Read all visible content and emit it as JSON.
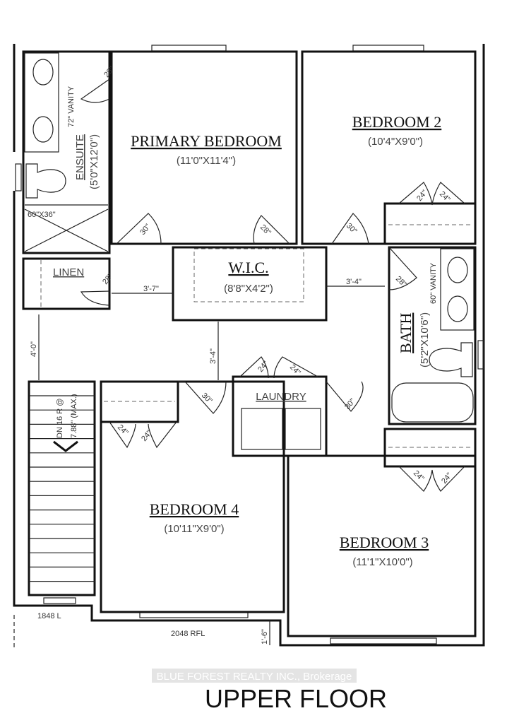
{
  "plan": {
    "rooms": {
      "primary": {
        "name": "PRIMARY  BEDROOM",
        "size": "(11'0\"X11'4\")"
      },
      "bedroom2": {
        "name": "BEDROOM  2",
        "size": "(10'4\"X9'0\")"
      },
      "bedroom3": {
        "name": "BEDROOM  3",
        "size": "(11'1\"X10'0\")"
      },
      "bedroom4": {
        "name": "BEDROOM  4",
        "size": "(10'11\"X9'0\")"
      },
      "wic": {
        "name": "W.I.C.",
        "size": "(8'8\"X4'2\")"
      },
      "ensuite": {
        "name": "ENSUITE",
        "size": "(5'0\"X12'0\")",
        "vanity": "72\" VANITY",
        "shower": "60\"X36\""
      },
      "bath": {
        "name": "BATH",
        "size": "(5'2\"X10'6\")",
        "vanity": "60\" VANITY"
      },
      "linen": {
        "name": "LINEN"
      },
      "laundry": {
        "name": "LAUNDRY"
      }
    },
    "stairs": {
      "line1": "DN 16 R @",
      "line2": "7.88\" (MAX.)"
    },
    "dimensions": {
      "hall_left": "3'-7\"",
      "hall_right": "3'-4\"",
      "hall_mid": "3'-4\"",
      "stair_top": "4'-0\"",
      "bottom_offset": "1'-6\""
    },
    "doors": {
      "d28": "28\"",
      "d30": "30\"",
      "d24": "24\""
    },
    "windows": {
      "stair_window": "1848 L",
      "bedroom4_window": "2048 RFL"
    }
  },
  "watermark": "BLUE FOREST REALTY INC., Brokerage",
  "title": "UPPER FLOOR"
}
